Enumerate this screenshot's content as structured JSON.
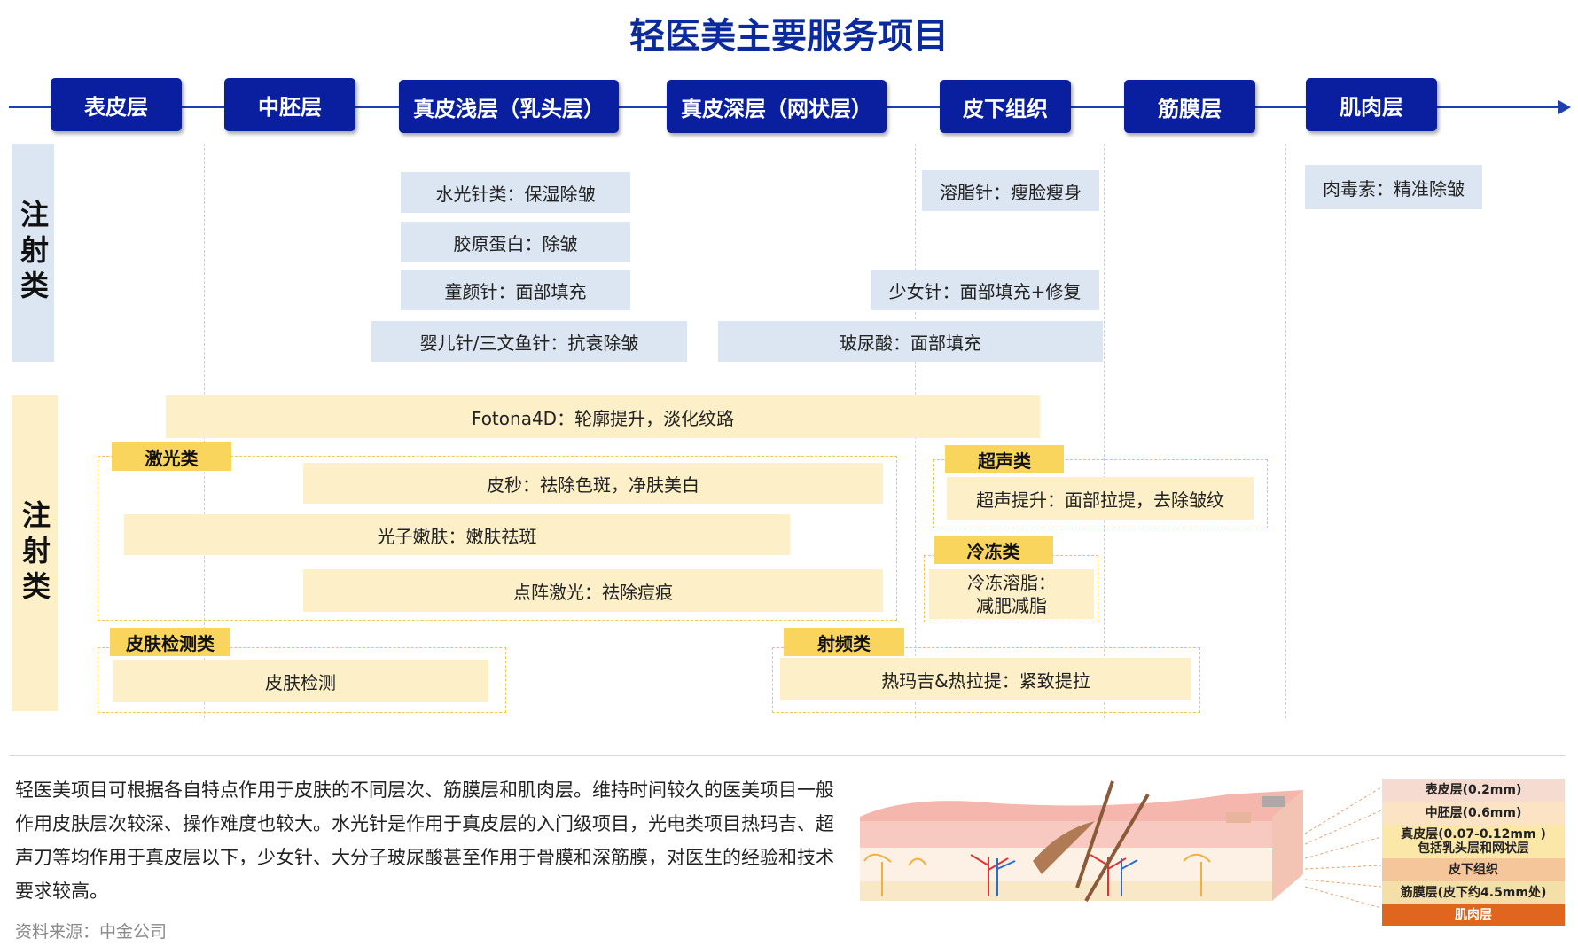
{
  "title": "轻医美主要服务项目",
  "layers": [
    "表皮层",
    "中胚层",
    "真皮浅层（乳头层）",
    "真皮深层（网状层）",
    "皮下组织",
    "筋膜层",
    "肌肉层"
  ],
  "categories": {
    "injection": "注射类",
    "device": "注射类"
  },
  "injection_items": [
    "水光针类：保湿除皱",
    "胶原蛋白：除皱",
    "童颜针：面部填充",
    "婴儿针/三文鱼针：抗衰除皱",
    "溶脂针：瘦脸瘦身",
    "少女针：面部填充+修复",
    "玻尿酸：面部填充",
    "肉毒素：精准除皱"
  ],
  "device": {
    "fotona": "Fotona4D：轮廓提升，淡化纹路",
    "laser": {
      "label": "激光类",
      "items": [
        "皮秒：祛除色斑，净肤美白",
        "光子嫩肤：嫩肤祛斑",
        "点阵激光：祛除痘痕"
      ]
    },
    "ultrasound": {
      "label": "超声类",
      "items": [
        "超声提升：面部拉提，去除皱纹"
      ]
    },
    "cryo": {
      "label": "冷冻类",
      "item_line1": "冷冻溶脂：",
      "item_line2": "减肥减脂"
    },
    "skin_test": {
      "label": "皮肤检测类",
      "items": [
        "皮肤检测"
      ]
    },
    "rf": {
      "label": "射频类",
      "items": [
        "热玛吉&热拉提：紧致提拉"
      ]
    }
  },
  "description": "轻医美项目可根据各自特点作用于皮肤的不同层次、筋膜层和肌肉层。维持时间较久的医美项目一般作用皮肤层次较深、操作难度也较大。水光针是作用于真皮层的入门级项目，光电类项目热玛吉、超声刀等均作用于真皮层以下，少女针、大分子玻尿酸甚至作用于骨膜和深筋膜，对医生的经验和技术要求较高。",
  "source": "资料来源：中金公司",
  "skin_legend": [
    {
      "line1": "表皮层(0.2mm)",
      "line2": "",
      "color": "#f6dcd0"
    },
    {
      "line1": "中胚层(0.6mm)",
      "line2": "",
      "color": "#fbe3c4"
    },
    {
      "line1": "真皮层(0.07-0.12mm )",
      "line2": "包括乳头层和网状层",
      "color": "#fbe7a8"
    },
    {
      "line1": "皮下组织",
      "line2": "",
      "color": "#f5c69a"
    },
    {
      "line1": "筋膜层(皮下约4.5mm处)",
      "line2": "",
      "color": "#f5dfa8"
    },
    {
      "line1": "肌肉层",
      "line2": "",
      "color": "#e0661f",
      "text_color": "#ffffff"
    }
  ]
}
